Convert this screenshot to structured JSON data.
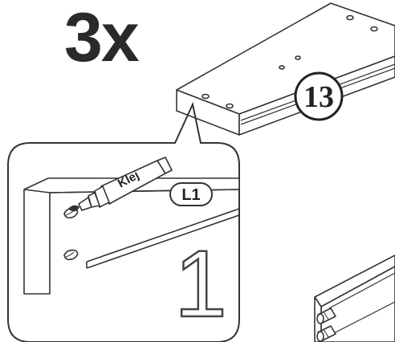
{
  "multiplier": "3x",
  "part_number": "13",
  "reference_label": "L1",
  "glue_label": "Klej",
  "step_number": "1"
}
